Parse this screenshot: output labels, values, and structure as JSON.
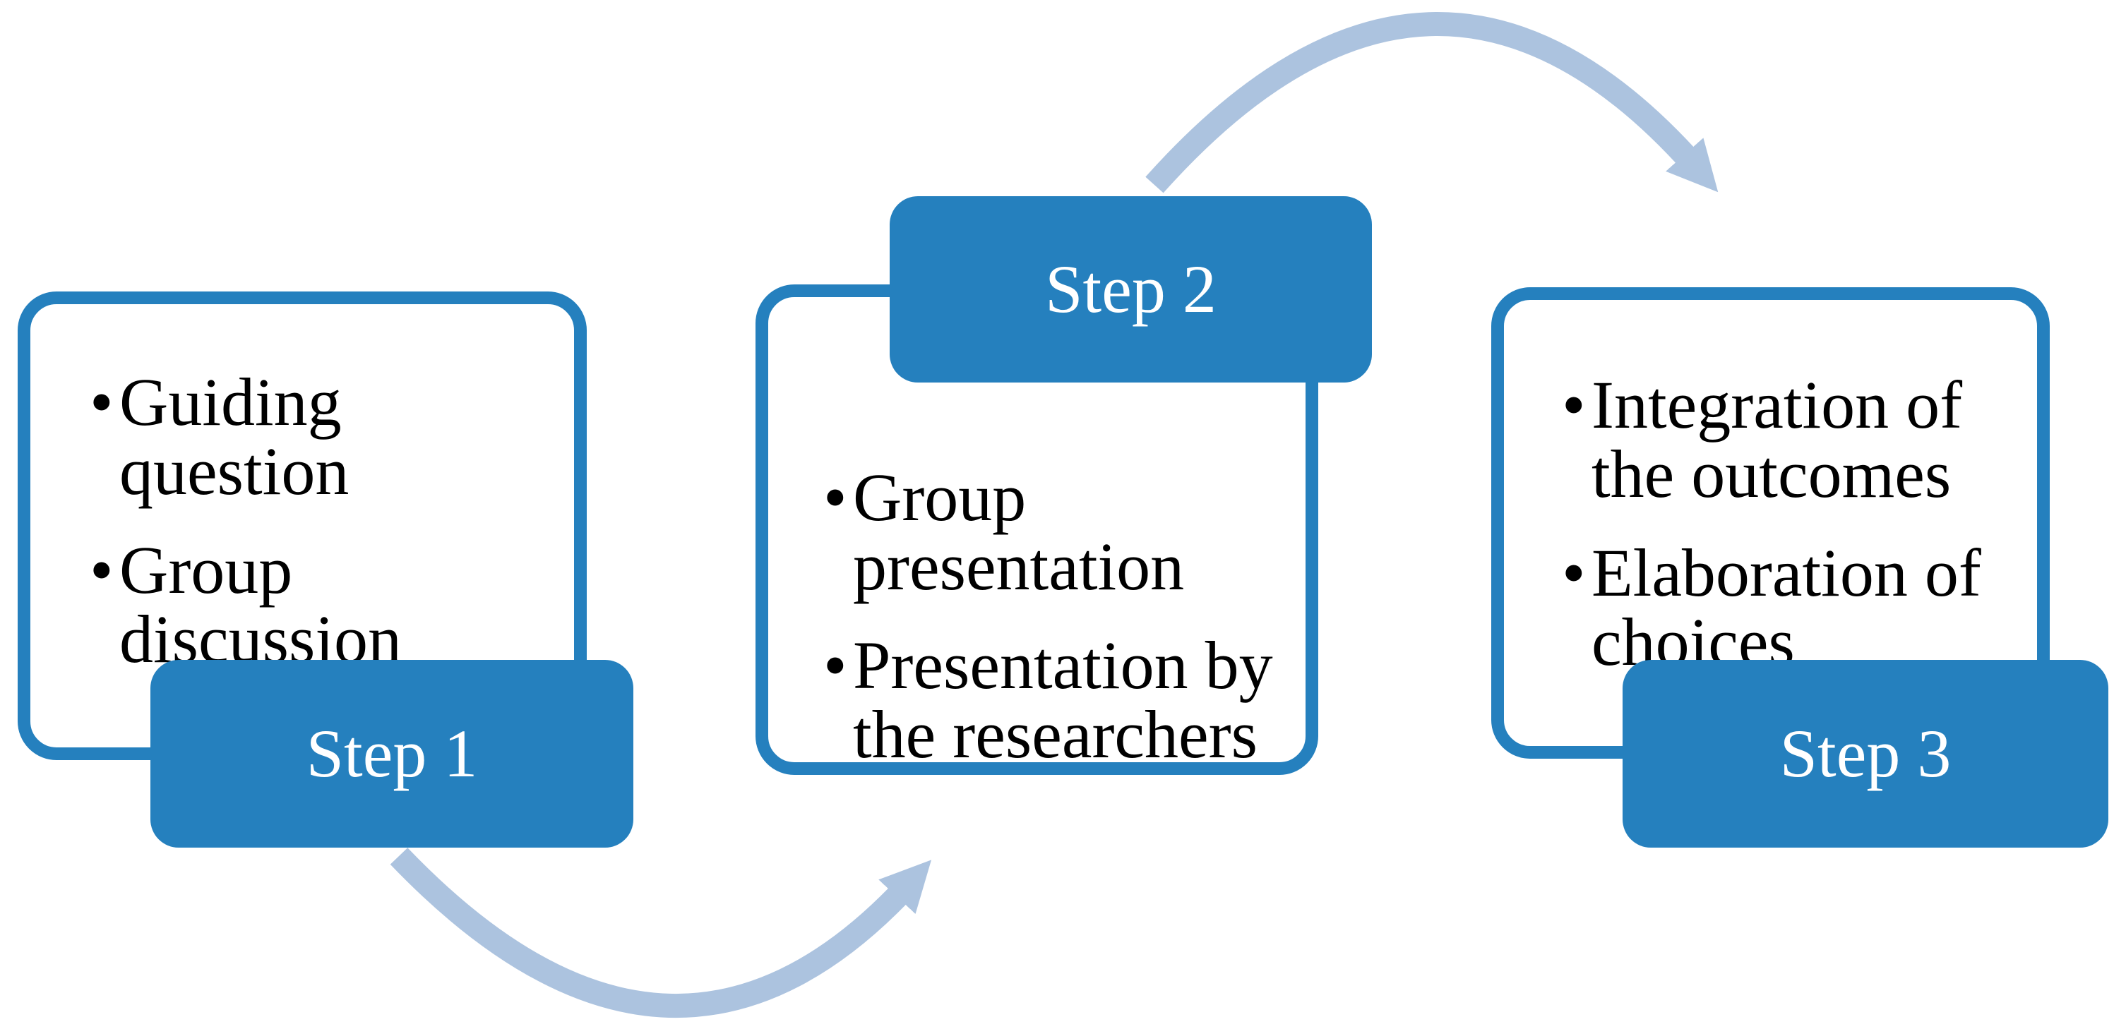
{
  "figure": {
    "type": "process-flow-diagram",
    "steps": [
      {
        "label": "Step 1",
        "bullet_marker": "•",
        "bullets": [
          "Guiding question",
          "Group discussion"
        ]
      },
      {
        "label": "Step 2",
        "bullet_marker": "•",
        "bullets": [
          "Group presentation",
          "Presentation by the researchers"
        ]
      },
      {
        "label": "Step 3",
        "bullet_marker": "•",
        "bullets": [
          "Integration of the outcomes",
          "Elaboration of choices"
        ]
      }
    ],
    "arrows": [
      {
        "from": "Step 1",
        "to": "Step 2",
        "icon": "curved-arc-arrow-icon"
      },
      {
        "from": "Step 2",
        "to": "Step 3",
        "icon": "curved-arc-arrow-icon"
      }
    ],
    "colors": {
      "step_fill": "#2580BE",
      "box_border": "#2580BE",
      "box_fill": "#FFFFFF",
      "step_label_text": "#FFFFFF",
      "bullet_text": "#000000",
      "arrow": "#ACC3DF",
      "background": "#FFFFFF"
    }
  }
}
